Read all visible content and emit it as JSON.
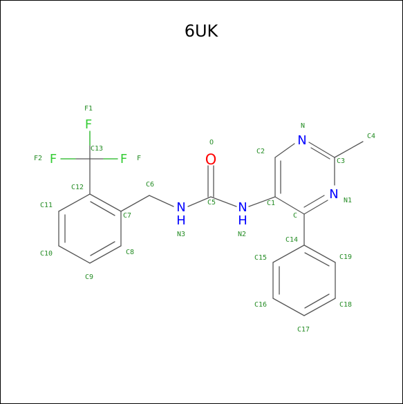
{
  "title": "6UK",
  "colors": {
    "carbon": "#555555",
    "nitrogen": "#0000ff",
    "oxygen": "#ff0000",
    "fluorine": "#33cc33",
    "atom_label": "#228b22",
    "background": "#ffffff",
    "border": "#000000"
  },
  "atoms": {
    "o": "O",
    "n2": "N",
    "n3": "N",
    "h2": "H",
    "h3": "H",
    "n_ring": "N",
    "n1_ring": "N",
    "f_top": "F",
    "f_left": "F",
    "f_right": "F"
  },
  "labels": {
    "o": "O",
    "c5": "C5",
    "n2": "N2",
    "n3": "N3",
    "c6": "C6",
    "c7": "C7",
    "c8": "C8",
    "c9": "C9",
    "c10": "C10",
    "c11": "C11",
    "c12": "C12",
    "c13": "C13",
    "f1": "F1",
    "f2": "F2",
    "f": "F",
    "c1": "C1",
    "c2": "C2",
    "n": "N",
    "c3": "C3",
    "c4": "C4",
    "n1": "N1",
    "c": "C",
    "c14": "C14",
    "c15": "C15",
    "c16": "C16",
    "c17": "C17",
    "c18": "C18",
    "c19": "C19"
  }
}
